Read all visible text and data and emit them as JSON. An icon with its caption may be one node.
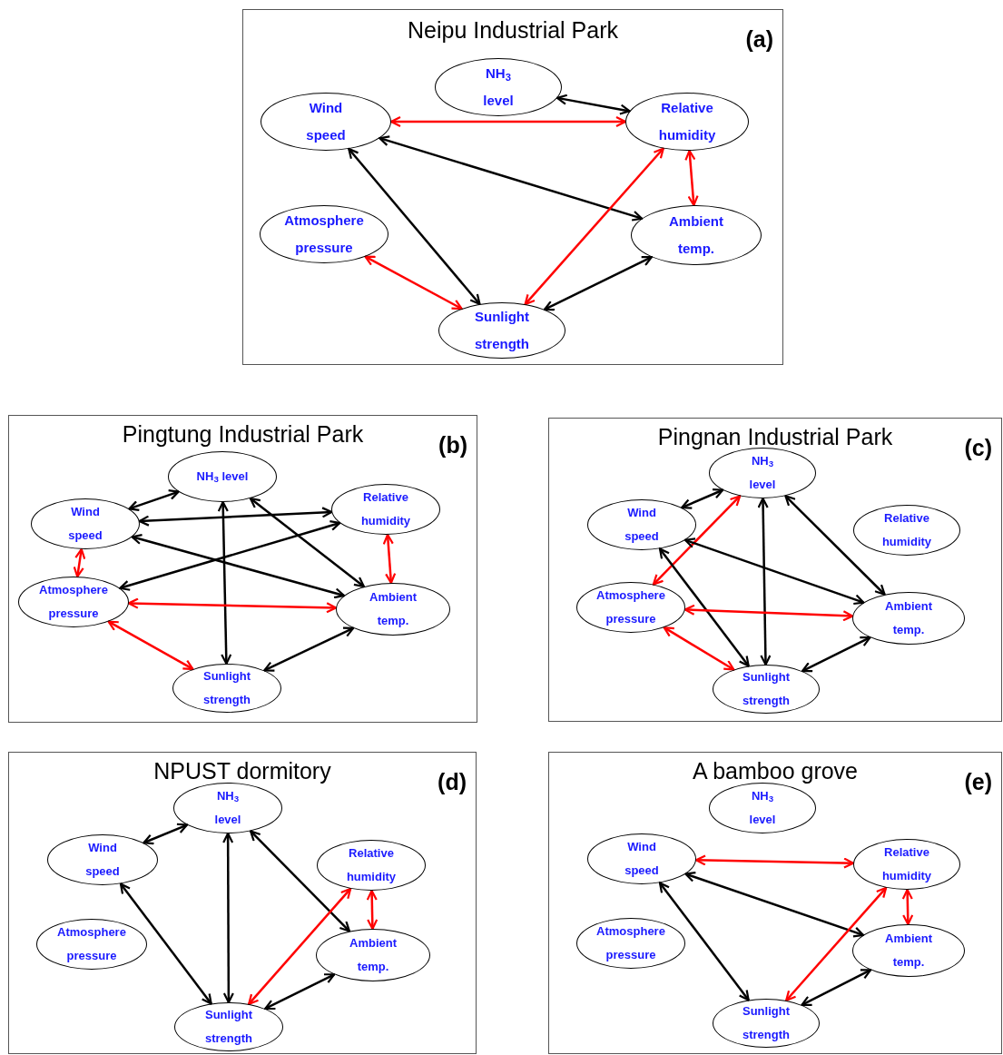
{
  "diagram": {
    "nodes": [
      {
        "text": [
          "Neipu Industrial Park",
          "(a)"
        ]
      },
      {
        "text": [
          "NH$_{3}$ level"
        ],
        "in": 0
      },
      {
        "text": [
          "Wind speed"
        ],
        "in": 0
      },
      {
        "text": [
          "Relative humidity"
        ],
        "in": 0
      },
      {
        "text": [
          "Atmosphere pressure"
        ],
        "in": 0
      },
      {
        "text": [
          "Ambient temp."
        ],
        "in": 0
      },
      {
        "text": [
          "Sunlight strength"
        ],
        "in": 0
      },
      {
        "text": [
          "Pingtung Industrial Park",
          "(b)"
        ]
      },
      {
        "text": [
          "NH$_{3}$ level"
        ],
        "in": 7
      },
      {
        "text": [
          "Wind speed"
        ],
        "in": 7
      },
      {
        "text": [
          "Relative humidity"
        ],
        "in": 7
      },
      {
        "text": [
          "Atmosphere pressure"
        ],
        "in": 7
      },
      {
        "text": [
          "Ambient temp."
        ],
        "in": 7
      },
      {
        "text": [
          "Sunlight strength"
        ],
        "in": 7
      },
      {
        "text": [
          "Pingnan Industrial Park",
          "(c)"
        ]
      },
      {
        "text": [
          "NH$_{3}$ level"
        ],
        "in": 14
      },
      {
        "text": [
          "Wind speed"
        ],
        "in": 14
      },
      {
        "text": [
          "Relative humidity"
        ],
        "in": 14
      },
      {
        "text": [
          "Atmosphere pressure"
        ],
        "in": 14
      },
      {
        "text": [
          "Ambient temp."
        ],
        "in": 14
      },
      {
        "text": [
          "Sunlight strength"
        ],
        "in": 14
      },
      {
        "text": [
          "NPUST dormitory",
          "(d)"
        ]
      },
      {
        "text": [
          "NH$_{3}$ level"
        ],
        "in": 21
      },
      {
        "text": [
          "Wind speed"
        ],
        "in": 21
      },
      {
        "text": [
          "Relative humidity"
        ],
        "in": 21
      },
      {
        "text": [
          "Atmosphere pressure"
        ],
        "in": 21
      },
      {
        "text": [
          "Ambient temp."
        ],
        "in": 21
      },
      {
        "text": [
          "Sunlight strength"
        ],
        "in": 21
      },
      {
        "text": [
          "A bamboo grove",
          "(e)"
        ]
      },
      {
        "text": [
          "NH$_{3}$ level"
        ],
        "in": 28
      },
      {
        "text": [
          "Wind speed"
        ],
        "in": 28
      },
      {
        "text": [
          "Relative humidity"
        ],
        "in": 28
      },
      {
        "text": [
          "Atmosphere pressure"
        ],
        "in": 28
      },
      {
        "text": [
          "Ambient temp."
        ],
        "in": 28
      },
      {
        "text": [
          "Sunlight strength"
        ],
        "in": 28
      }
    ],
    "edges": [
      {
        "from": 1,
        "to": 3,
        "arrow": "both"
      },
      {
        "from": 2,
        "to": 3,
        "arrow": "both",
        "color": "#ff0000"
      },
      {
        "from": 2,
        "to": 5,
        "arrow": "both"
      },
      {
        "from": 2,
        "to": 6,
        "arrow": "both"
      },
      {
        "from": 3,
        "to": 6,
        "arrow": "both",
        "color": "#ff0000"
      },
      {
        "from": 3,
        "to": 5,
        "arrow": "both",
        "color": "#ff0000"
      },
      {
        "from": 5,
        "to": 6,
        "arrow": "both"
      },
      {
        "from": 4,
        "to": 6,
        "arrow": "both",
        "color": "#ff0000"
      },
      {
        "from": 9,
        "to": 8,
        "arrow": "both"
      },
      {
        "from": 9,
        "to": 10,
        "arrow": "both"
      },
      {
        "from": 9,
        "to": 12,
        "arrow": "both"
      },
      {
        "from": 8,
        "to": 13,
        "arrow": "both"
      },
      {
        "from": 8,
        "to": 12,
        "arrow": "both"
      },
      {
        "from": 10,
        "to": 11,
        "arrow": "both"
      },
      {
        "from": 9,
        "to": 11,
        "arrow": "both",
        "color": "#ff0000"
      },
      {
        "from": 10,
        "to": 12,
        "arrow": "both",
        "color": "#ff0000"
      },
      {
        "from": 11,
        "to": 12,
        "arrow": "both",
        "color": "#ff0000"
      },
      {
        "from": 11,
        "to": 13,
        "arrow": "both",
        "color": "#ff0000"
      },
      {
        "from": 12,
        "to": 13,
        "arrow": "both"
      },
      {
        "from": 16,
        "to": 15,
        "arrow": "both"
      },
      {
        "from": 15,
        "to": 18,
        "arrow": "both",
        "color": "#ff0000"
      },
      {
        "from": 15,
        "to": 20,
        "arrow": "both"
      },
      {
        "from": 15,
        "to": 19,
        "arrow": "both"
      },
      {
        "from": 16,
        "to": 19,
        "arrow": "both"
      },
      {
        "from": 16,
        "to": 20,
        "arrow": "both"
      },
      {
        "from": 18,
        "to": 19,
        "arrow": "both",
        "color": "#ff0000"
      },
      {
        "from": 18,
        "to": 20,
        "arrow": "both",
        "color": "#ff0000"
      },
      {
        "from": 19,
        "to": 20,
        "arrow": "both"
      },
      {
        "from": 23,
        "to": 22,
        "arrow": "both"
      },
      {
        "from": 22,
        "to": 27,
        "arrow": "both"
      },
      {
        "from": 22,
        "to": 26,
        "arrow": "both"
      },
      {
        "from": 23,
        "to": 27,
        "arrow": "both"
      },
      {
        "from": 24,
        "to": 27,
        "arrow": "both",
        "color": "#ff0000"
      },
      {
        "from": 24,
        "to": 26,
        "arrow": "both",
        "color": "#ff0000"
      },
      {
        "from": 26,
        "to": 27,
        "arrow": "both"
      },
      {
        "from": 30,
        "to": 31,
        "arrow": "both",
        "color": "#ff0000"
      },
      {
        "from": 30,
        "to": 33,
        "arrow": "both"
      },
      {
        "from": 30,
        "to": 34,
        "arrow": "both"
      },
      {
        "from": 31,
        "to": 34,
        "arrow": "both",
        "color": "#ff0000"
      },
      {
        "from": 31,
        "to": 33,
        "arrow": "both",
        "color": "#ff0000"
      },
      {
        "from": 33,
        "to": 34,
        "arrow": "both"
      }
    ]
  }
}
